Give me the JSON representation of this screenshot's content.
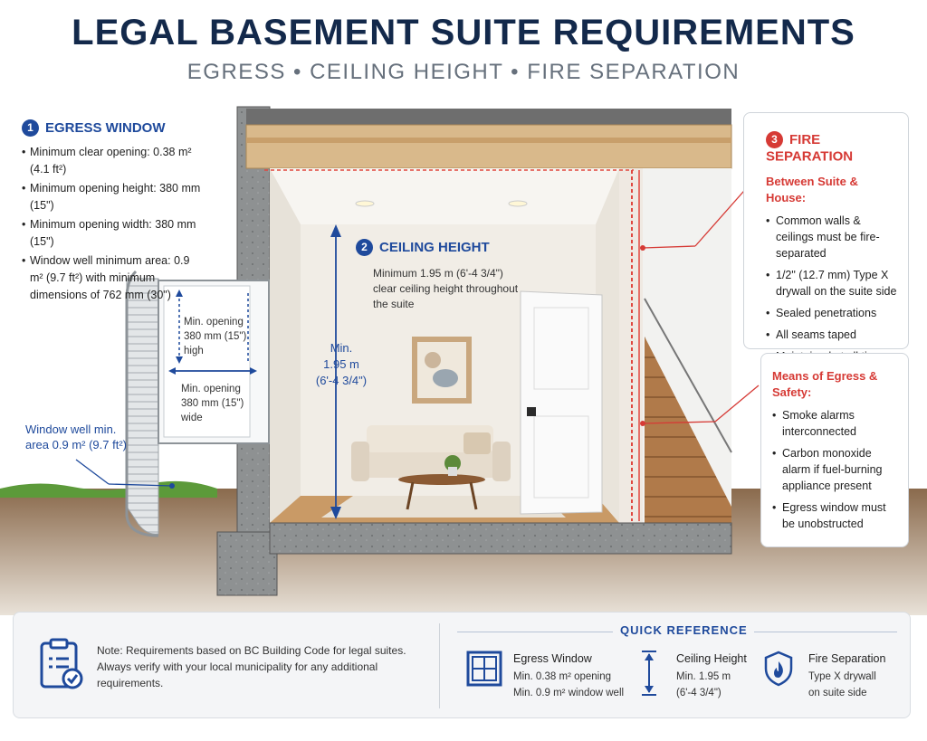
{
  "title": "LEGAL BASEMENT SUITE REQUIREMENTS",
  "subtitle": "EGRESS • CEILING HEIGHT • FIRE SEPARATION",
  "egress": {
    "number": "1",
    "heading": "EGRESS WINDOW",
    "items": [
      "Minimum clear opening: 0.38 m² (4.1 ft²)",
      "Minimum opening height: 380 mm (15\")",
      "Minimum opening width: 380 mm (15\")",
      "Window well minimum area: 0.9 m² (9.7 ft²) with minimum dimensions of 762 mm (30\")"
    ],
    "well_label": "Window well min. area 0.9 m² (9.7 ft²)",
    "window_height_label": "Min. opening 380 mm (15\") high",
    "window_width_label": "Min. opening 380 mm (15\") wide"
  },
  "ceiling": {
    "number": "2",
    "heading": "CEILING HEIGHT",
    "description": "Minimum 1.95 m (6'-4 3/4\") clear ceiling height throughout the suite",
    "measure_line1": "Min.",
    "measure_line2": "1.95 m",
    "measure_line3": "(6'-4 3/4\")"
  },
  "fire": {
    "number": "3",
    "heading": "FIRE SEPARATION",
    "subheading": "Between Suite & House:",
    "items": [
      "Common walls & ceilings must be fire-separated",
      "1/2\" (12.7 mm) Type X drywall on the suite side",
      "Sealed penetrations",
      "All seams taped",
      "Maintained at all times"
    ]
  },
  "safety": {
    "heading": "Means of Egress & Safety:",
    "items": [
      "Smoke alarms interconnected",
      "Carbon monoxide alarm if fuel-burning appliance present",
      "Egress window must be unobstructed"
    ]
  },
  "note": "Note: Requirements based on BC Building Code for legal suites. Always verify with your local municipality for any additional requirements.",
  "quick_reference": {
    "title": "QUICK REFERENCE",
    "items": [
      {
        "icon": "window-icon",
        "title": "Egress Window",
        "line1": "Min. 0.38 m² opening",
        "line2": "Min. 0.9 m² window well"
      },
      {
        "icon": "height-arrow-icon",
        "title": "Ceiling Height",
        "line1": "Min. 1.95 m",
        "line2": "(6'-4 3/4\")"
      },
      {
        "icon": "fire-shield-icon",
        "title": "Fire Separation",
        "line1": "Type X drywall",
        "line2": "on suite side"
      }
    ]
  },
  "colors": {
    "navy": "#13294b",
    "blue": "#1f4a9c",
    "red": "#d63a35",
    "wall": "#f3efe7",
    "floor": "#c99a66",
    "soil": "#7a5a3f"
  }
}
